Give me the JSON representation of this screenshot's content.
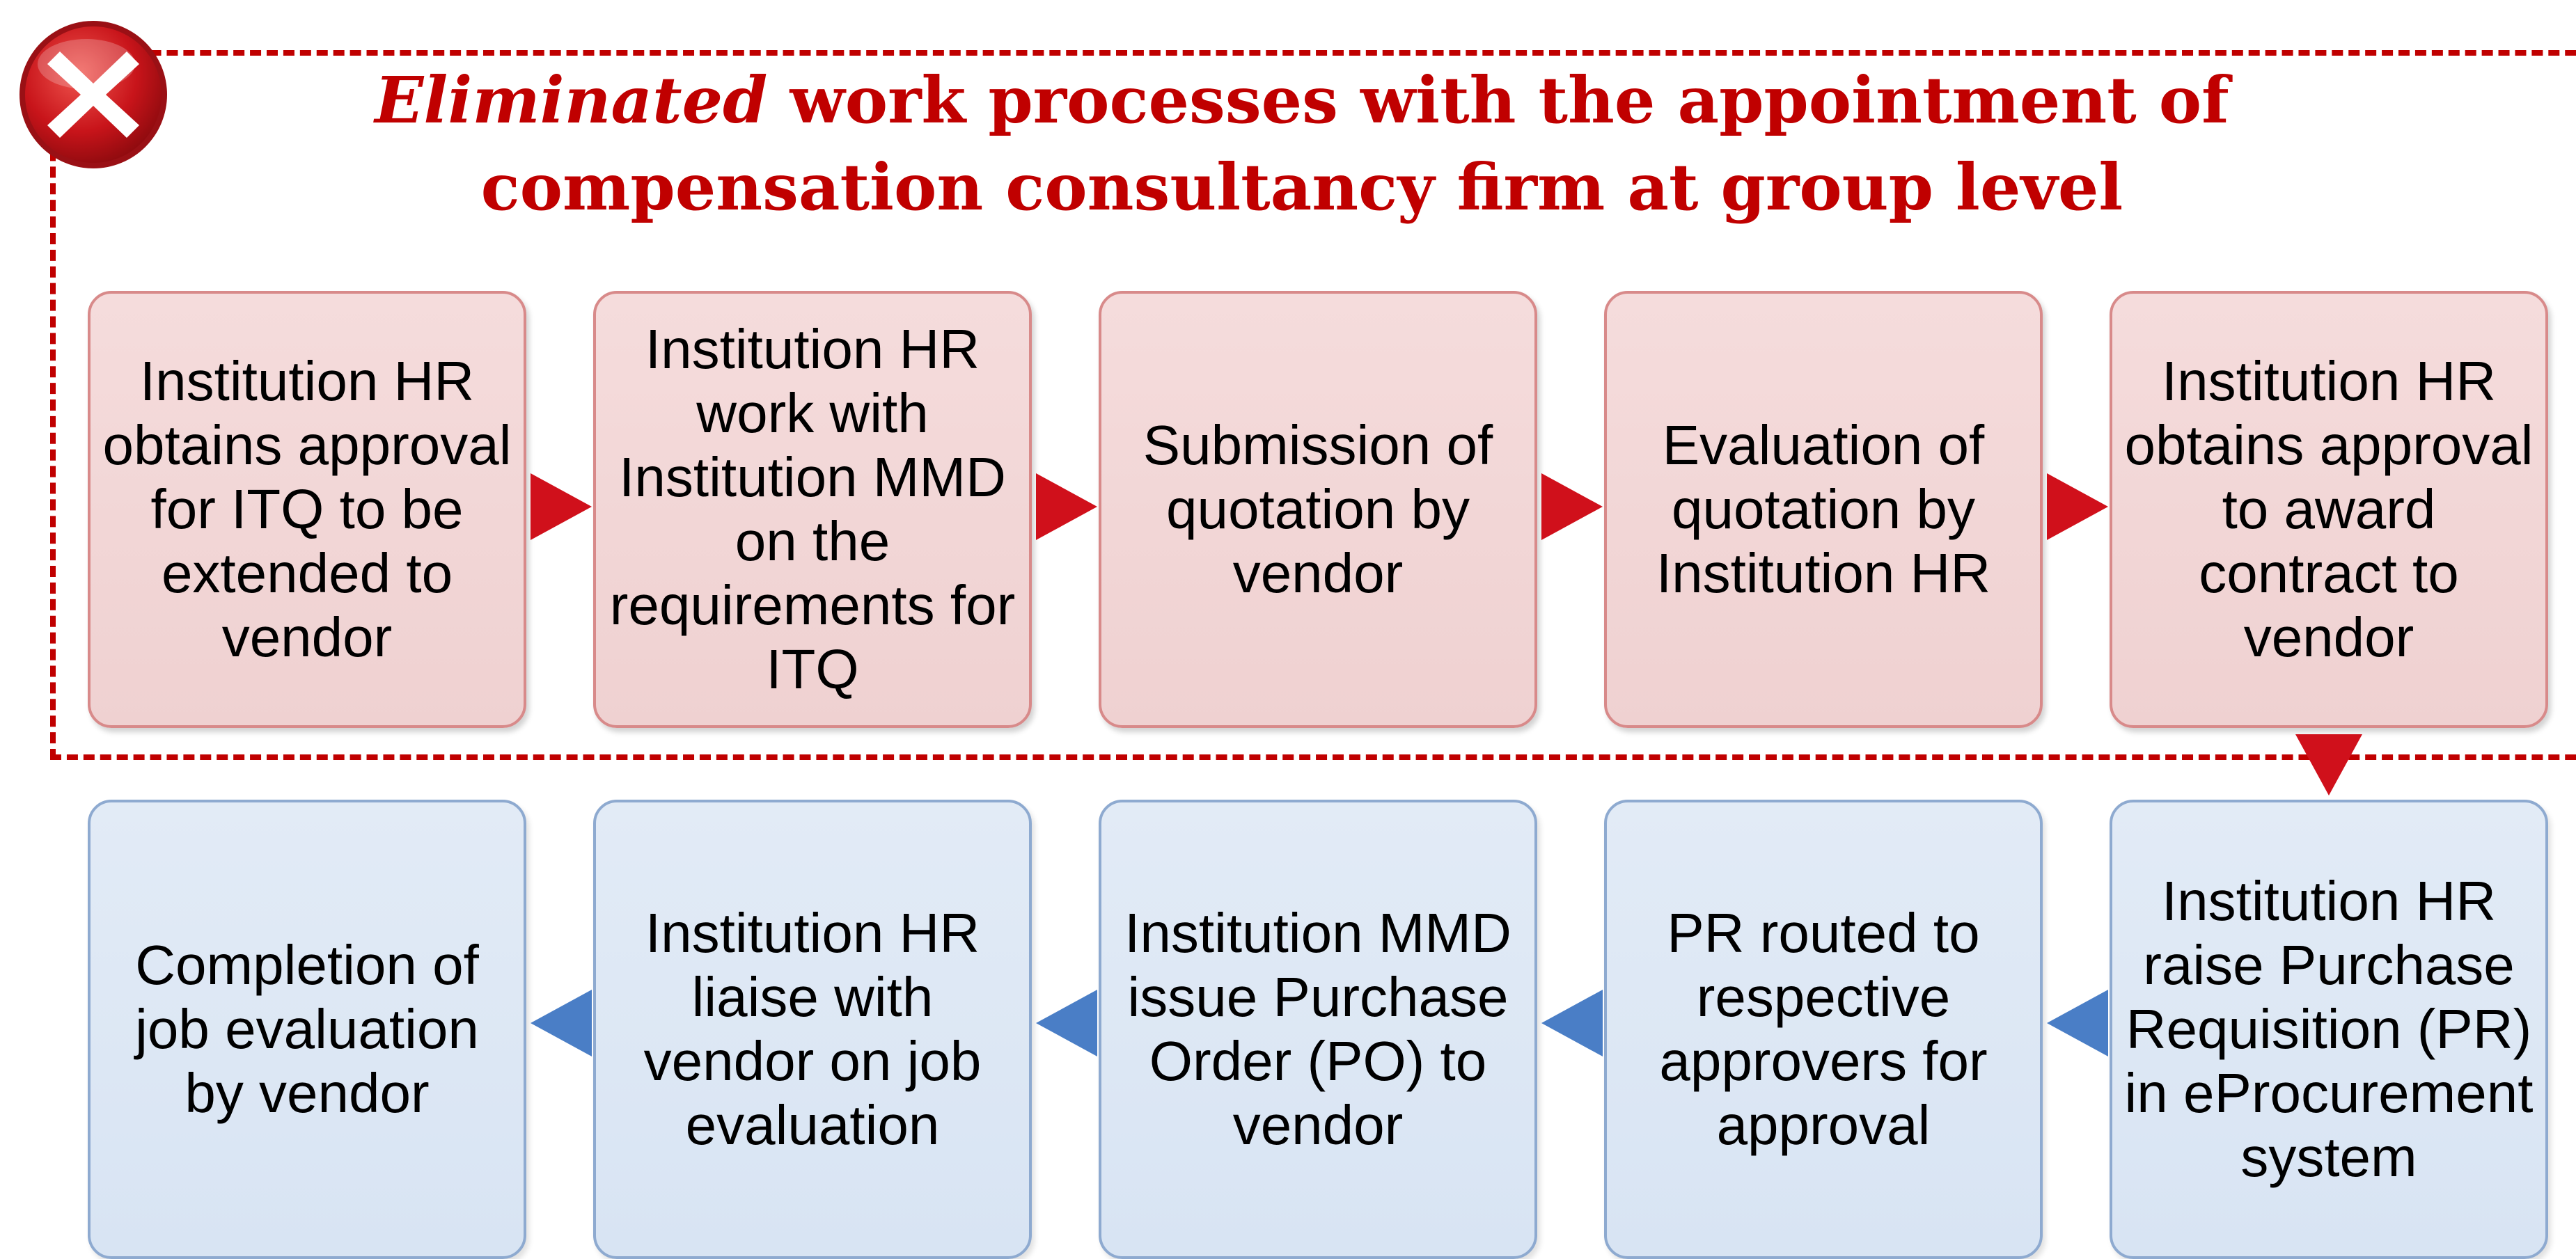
{
  "title": {
    "emphasis": "Eliminated",
    "rest": " work processes with the appointment of",
    "line2": "compensation consultancy firm at group level"
  },
  "eliminated_steps": [
    "Institution HR obtains approval for ITQ to be extended to vendor",
    "Institution HR work with Institution MMD on the requirements for ITQ",
    "Submission of quotation by vendor",
    "Evaluation of quotation by Institution HR",
    "Institution HR obtains approval to award contract to vendor"
  ],
  "retained_steps": [
    "Completion of job evaluation by vendor",
    "Institution HR liaise with vendor on job evaluation",
    "Institution MMD issue Purchase Order (PO) to vendor",
    "PR routed to respective approvers for approval",
    "Institution HR raise Purchase Requisition (PR) in eProcurement system"
  ],
  "colors": {
    "eliminated_accent": "#c00000",
    "eliminated_fill": "#f2d6d6",
    "retained_fill": "#dce6f4",
    "retained_arrow": "#4a7ec6"
  },
  "icons": {
    "badge": "close-x-icon"
  }
}
